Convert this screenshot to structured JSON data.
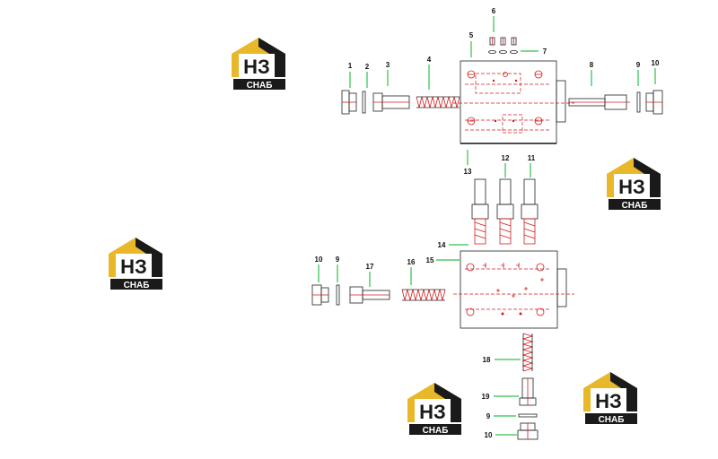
{
  "logos": [
    {
      "mark": "НЗ",
      "caption": "СНАБ"
    },
    {
      "mark": "НЗ",
      "caption": "СНАБ"
    },
    {
      "mark": "НЗ",
      "caption": "СНАБ"
    },
    {
      "mark": "НЗ",
      "caption": "СНАБ"
    },
    {
      "mark": "НЗ",
      "caption": "СНАБ"
    }
  ],
  "colors": {
    "accent": "#e8b82a",
    "dark": "#1a1a1a",
    "leader": "#2ec24a",
    "drawing_red": "#d21c1c"
  },
  "labels": {
    "l1": "1",
    "l2": "2",
    "l3": "3",
    "l4": "4",
    "l5": "5",
    "l6": "6",
    "l7": "7",
    "l8": "8",
    "l9a": "9",
    "l10a": "10",
    "l13": "13",
    "l12": "12",
    "l11": "11",
    "l14": "14",
    "l15": "15",
    "l10b": "10",
    "l9b": "9",
    "l17": "17",
    "l16": "16",
    "l18": "18",
    "l19": "19",
    "l9c": "9",
    "l10c": "10"
  }
}
